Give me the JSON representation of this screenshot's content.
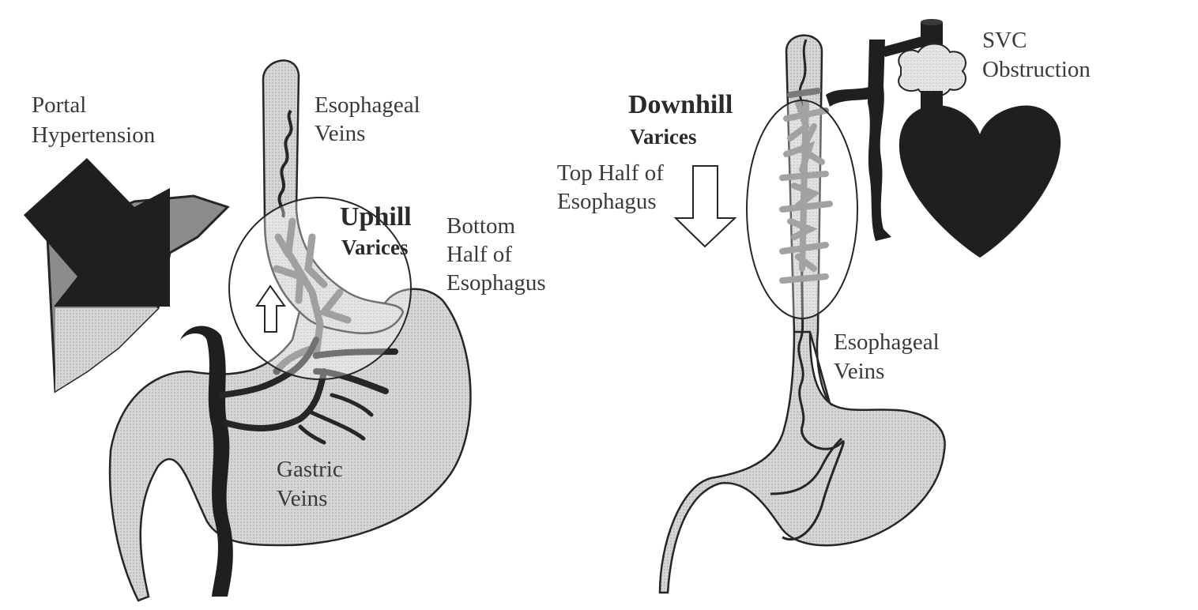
{
  "left_panel": {
    "portal_label": [
      "Portal",
      "Hypertension"
    ],
    "esophageal_label": [
      "Esophageal",
      "Veins"
    ],
    "uphill_title": "Uphill",
    "uphill_sub": "Varices",
    "bottom_half_label": [
      "Bottom",
      "Half of",
      "Esophagus"
    ],
    "gastric_label": [
      "Gastric",
      "Veins"
    ]
  },
  "right_panel": {
    "downhill_title": "Downhill",
    "downhill_sub": "Varices",
    "top_half_label": [
      "Top Half of",
      "Esophagus"
    ],
    "svc_label": [
      "SVC",
      "Obstruction"
    ],
    "esophageal_label": [
      "Esophageal",
      "Veins"
    ]
  },
  "colors": {
    "organ_fill": "#cfcfcf",
    "dark": "#262626",
    "liver_gray": "#8c8c8c",
    "varix_gray": "#7a7a7a"
  }
}
